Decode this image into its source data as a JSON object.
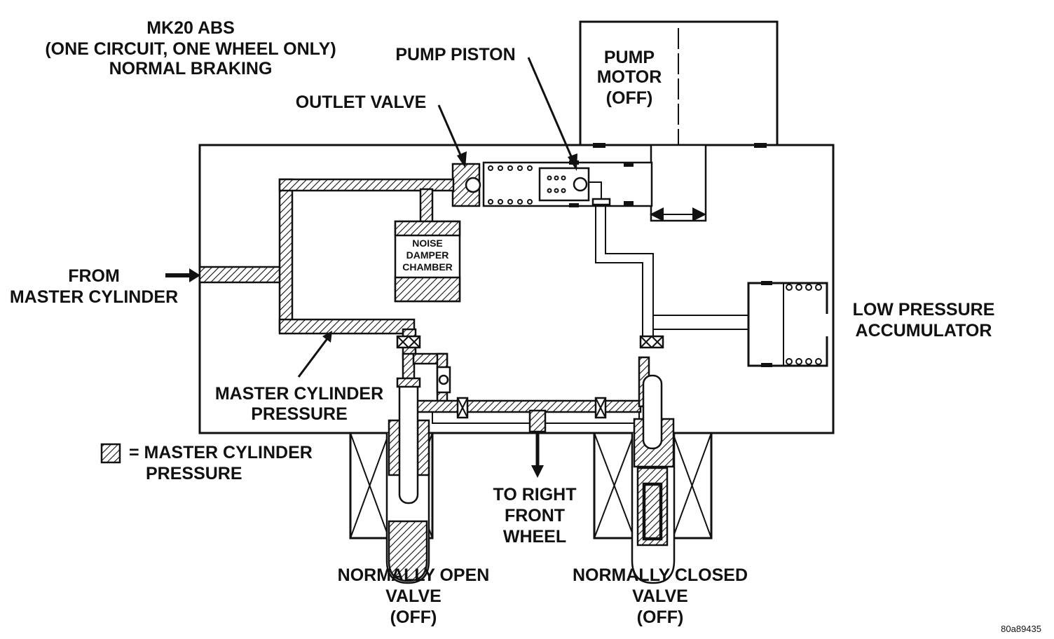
{
  "title": {
    "line1": "MK20 ABS",
    "line2": "(ONE CIRCUIT, ONE WHEEL ONLY)",
    "line3": "NORMAL BRAKING"
  },
  "labels": {
    "pump_piston": "PUMP PISTON",
    "pump_motor": [
      "PUMP",
      "MOTOR",
      "(OFF)"
    ],
    "outlet_valve": "OUTLET VALVE",
    "noise_damper": [
      "NOISE",
      "DAMPER",
      "CHAMBER"
    ],
    "from_master": [
      "FROM",
      "MASTER CYLINDER"
    ],
    "low_pressure": [
      "LOW PRESSURE",
      "ACCUMULATOR"
    ],
    "master_pressure": [
      "MASTER CYLINDER",
      "PRESSURE"
    ],
    "to_wheel": [
      "TO RIGHT",
      "FRONT",
      "WHEEL"
    ],
    "normally_open": [
      "NORMALLY OPEN",
      "VALVE",
      "(OFF)"
    ],
    "normally_closed": [
      "NORMALLY CLOSED",
      "VALVE",
      "(OFF)"
    ]
  },
  "legend": {
    "line1": "= MASTER CYLINDER",
    "line2": "PRESSURE"
  },
  "figure_id": "80a89435"
}
